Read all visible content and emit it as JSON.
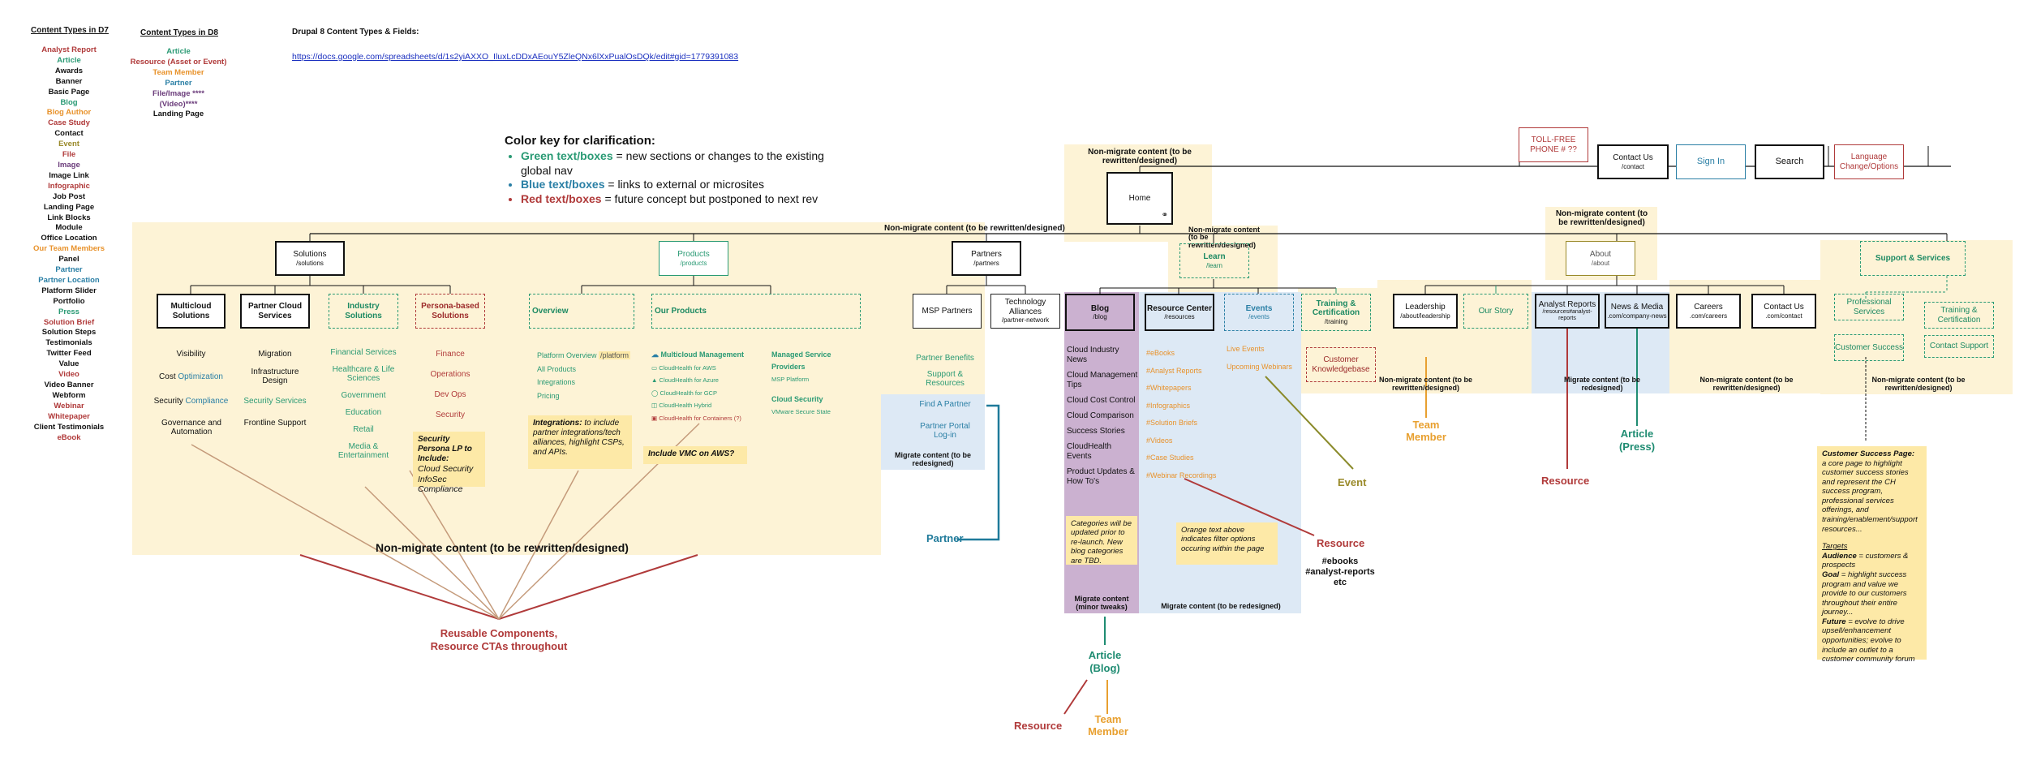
{
  "d7": {
    "title": "Content Types in D7",
    "items": [
      {
        "text": "Analyst Report",
        "color": "#b03a3a"
      },
      {
        "text": "Article",
        "color": "#2a9a74"
      },
      {
        "text": "Awards",
        "color": "#111111"
      },
      {
        "text": "Banner",
        "color": "#111111"
      },
      {
        "text": "Basic Page",
        "color": "#111111"
      },
      {
        "text": "Blog",
        "color": "#2a9a74"
      },
      {
        "text": "Blog Author",
        "color": "#e8922b"
      },
      {
        "text": "Case Study",
        "color": "#b03a3a"
      },
      {
        "text": "Contact",
        "color": "#111111"
      },
      {
        "text": "Event",
        "color": "#9a8a2a"
      },
      {
        "text": "File",
        "color": "#b03a3a"
      },
      {
        "text": "Image",
        "color": "#6a3b7a"
      },
      {
        "text": "Image Link",
        "color": "#111111"
      },
      {
        "text": "Infographic",
        "color": "#b03a3a"
      },
      {
        "text": "Job Post",
        "color": "#111111"
      },
      {
        "text": "Landing Page",
        "color": "#111111"
      },
      {
        "text": "Link Blocks",
        "color": "#111111"
      },
      {
        "text": "Module",
        "color": "#111111"
      },
      {
        "text": "Office Location",
        "color": "#111111"
      },
      {
        "text": "Our Team Members",
        "color": "#e8922b"
      },
      {
        "text": "Panel",
        "color": "#111111"
      },
      {
        "text": "Partner",
        "color": "#2a7fa5"
      },
      {
        "text": "Partner Location",
        "color": "#2a7fa5"
      },
      {
        "text": "Platform Slider",
        "color": "#111111"
      },
      {
        "text": "Portfolio",
        "color": "#111111"
      },
      {
        "text": "Press",
        "color": "#2a9a74"
      },
      {
        "text": "Solution Brief",
        "color": "#b03a3a"
      },
      {
        "text": "Solution Steps",
        "color": "#111111"
      },
      {
        "text": "Testimonials",
        "color": "#111111"
      },
      {
        "text": "Twitter Feed",
        "color": "#111111"
      },
      {
        "text": "Value",
        "color": "#111111"
      },
      {
        "text": "Video",
        "color": "#b03a3a"
      },
      {
        "text": "Video Banner",
        "color": "#111111"
      },
      {
        "text": "Webform",
        "color": "#111111"
      },
      {
        "text": "Webinar",
        "color": "#b03a3a"
      },
      {
        "text": "Whitepaper",
        "color": "#b03a3a"
      },
      {
        "text": "Client Testimonials",
        "color": "#111111"
      },
      {
        "text": "eBook",
        "color": "#b03a3a"
      }
    ]
  },
  "d8": {
    "title": "Content Types in D8",
    "items": [
      {
        "text": "Article",
        "color": "#2a9a74"
      },
      {
        "text": "Resource  (Asset or Event)",
        "color": "#b03a3a"
      },
      {
        "text": "Team Member",
        "color": "#e8922b"
      },
      {
        "text": "Partner",
        "color": "#2a7fa5"
      },
      {
        "text": "File/Image ****",
        "color": "#6a3b7a"
      },
      {
        "text": "(Video)****",
        "color": "#6a3b7a"
      },
      {
        "text": "Landing Page",
        "color": "#111111"
      }
    ]
  },
  "drupal": {
    "label": "Drupal 8 Content Types & Fields",
    "link": "https://docs.google.com/spreadsheets/d/1s2yiAXXO_IluxLcDDxAEouY5ZleQNx6lXxPualOsDQk/edit#gid=1779391083"
  },
  "colorkey": {
    "title": "Color key for clarification:",
    "items": [
      {
        "strong": "Green text/boxes",
        "rest": " = new sections or changes to the existing global nav",
        "color": "#2a9a74"
      },
      {
        "strong": "Blue text/boxes",
        "rest": " = links to external or microsites",
        "color": "#2a7fa5"
      },
      {
        "strong": "Red text/boxes",
        "rest": " = future concept but postponed to next rev",
        "color": "#b03a3a"
      }
    ]
  },
  "top": {
    "tollfree": "TOLL-FREE PHONE # ??",
    "contact": "Contact Us",
    "contact_path": "/contact",
    "signin": "Sign In",
    "search": "Search",
    "language": "Language Change/Options",
    "home": "Home",
    "home_nonmigrate": "Non-migrate content (to be rewritten/designed)"
  },
  "labels": {
    "nonmigrate_inline": "Non-migrate content (to be rewritten/designed)",
    "nonmigrate_big": "Non-migrate content (to be rewritten/designed)",
    "learn_nonmigrate": "Non-migrate content (to be rewritten/designed)",
    "about_nonmigrate": "Non-migrate content (to be rewritten/designed)",
    "leadership_nonmigrate": "Non-migrate content (to be rewritten/designed)",
    "careers_nonmigrate": "Non-migrate content (to be rewritten/designed)",
    "support_nonmigrate": "Non-migrate content (to be rewritten/designed)",
    "partner_migrate": "Migrate content (to be redesigned)",
    "blog_migrate": "Migrate content (minor tweaks)",
    "resource_migrate": "Migrate content (to be redesigned)",
    "analyst_migrate": "Migrate content (to be redesigned)"
  },
  "solutions": {
    "title": "Solutions",
    "path": "/solutions",
    "multicloud": "Multicloud Solutions",
    "multicloud_items": [
      "Visibility",
      "Cost Optimization",
      "Security Compliance",
      "Governance and Automation"
    ],
    "partnercloud": "Partner Cloud Services",
    "partnercloud_items": [
      "Migration",
      "Infrastructure Design",
      "Security Services",
      "Frontline Support"
    ],
    "industry": "Industry Solutions",
    "industry_items": [
      "Financial Services",
      "Healthcare & Life Sciences",
      "Government",
      "Education",
      "Retail",
      "Media & Entertainment"
    ],
    "persona": "Persona-based Solutions",
    "persona_items": [
      "Finance",
      "Operations",
      "Dev Ops",
      "Security"
    ],
    "persona_note_title": "Security Persona LP to Include:",
    "persona_note_body": "Cloud Security InfoSec Compliance"
  },
  "products": {
    "title": "Products",
    "path": "/products",
    "overview": "Overview",
    "overview_items": [
      "Platform Overview",
      "All Products",
      "Integrations",
      "Pricing"
    ],
    "platform_tag": "/platform",
    "our": "Our Products",
    "our_heading": "Multicloud Management",
    "our_items": [
      "CloudHealth for AWS",
      "CloudHealth for Azure",
      "CloudHealth for GCP",
      "CloudHealth Hybrid",
      "CloudHealth for Containers (?)"
    ],
    "msp_heading": "Managed Service Providers",
    "msp_item": "MSP Platform",
    "sec_heading": "Cloud Security",
    "sec_item": "VMware Secure State",
    "integrations_note_title": "Integrations:",
    "integrations_note_body": "to include partner integrations/tech alliances, highlight CSPs, and APIs.",
    "vmc_note": "Include VMC on AWS?"
  },
  "partners": {
    "title": "Partners",
    "path": "/partners",
    "msp": "MSP Partners",
    "tech": "Technology Alliances",
    "tech_path": "/partner-network",
    "items": [
      "Partner Benefits",
      "Support & Resources"
    ],
    "blue_items": [
      "Find A Partner",
      "Partner Portal Log-in"
    ]
  },
  "learn": {
    "title": "Learn",
    "path": "/learn",
    "blog": "Blog",
    "blog_path": "/blog",
    "blog_items": [
      "Cloud Industry News",
      "Cloud Management Tips",
      "Cloud Cost Control",
      "Cloud Comparison",
      "Success Stories",
      "CloudHealth Events",
      "Product Updates & How To's"
    ],
    "blog_note": "Categories will be updated prior to re-launch. New blog categories are TBD.",
    "resource": "Resource Center",
    "resource_path": "/resources",
    "resource_items": [
      "#eBooks",
      "#Analyst Reports",
      "#Whitepapers",
      "#Infographics",
      "#Solution Briefs",
      "#Videos",
      "#Case Studies",
      "#Webinar Recordings"
    ],
    "resource_note": "Orange text above indicates filter options occuring within the page",
    "events": "Events",
    "events_path": "/events",
    "events_items": [
      "Live Events",
      "Upcoming Webinars"
    ],
    "training": "Training & Certification",
    "training_path": "/training",
    "knowledge": "Customer Knowledgebase"
  },
  "about": {
    "title": "About",
    "path": "/about",
    "leadership": "Leadership",
    "leadership_path": "/about/leadership",
    "story": "Our Story",
    "analyst": "Analyst Reports",
    "analyst_path": "/resources#analyst-reports",
    "news": "News & Media",
    "news_path": ".com/company-news",
    "careers": "Careers",
    "careers_path": ".com/careers",
    "contact": "Contact Us",
    "contact_path": ".com/contact"
  },
  "support": {
    "title": "Support & Services",
    "items": [
      "Professional Services",
      "Training & Certification",
      "Customer Success",
      "Contact Support"
    ],
    "note_title": "Customer Success Page:",
    "note_body": "a core page to highlight customer success stories and represent the CH success program, professional services offerings, and training/enablement/support resources...",
    "targets_title": "Targets",
    "targets": [
      {
        "k": "Audience",
        "v": " = customers & prospects"
      },
      {
        "k": "Goal",
        "v": " = highlight success program and value we provide to our customers throughout their entire journey..."
      },
      {
        "k": "Future",
        "v": " = evolve to drive upsell/enhancement opportunities; evolve to include an outlet to a customer community forum"
      }
    ]
  },
  "callouts": {
    "reusable": "Reusable Components, Resource CTAs throughout",
    "partner": "Partner",
    "article_blog": "Article (Blog)",
    "resource_bottom": "Resource",
    "team_bottom": "Team Member",
    "event": "Event",
    "resource_right": "Resource",
    "resource_types": "#ebooks #analyst-reports etc",
    "team_about": "Team Member",
    "resource_about": "Resource",
    "article_press": "Article (Press)"
  }
}
